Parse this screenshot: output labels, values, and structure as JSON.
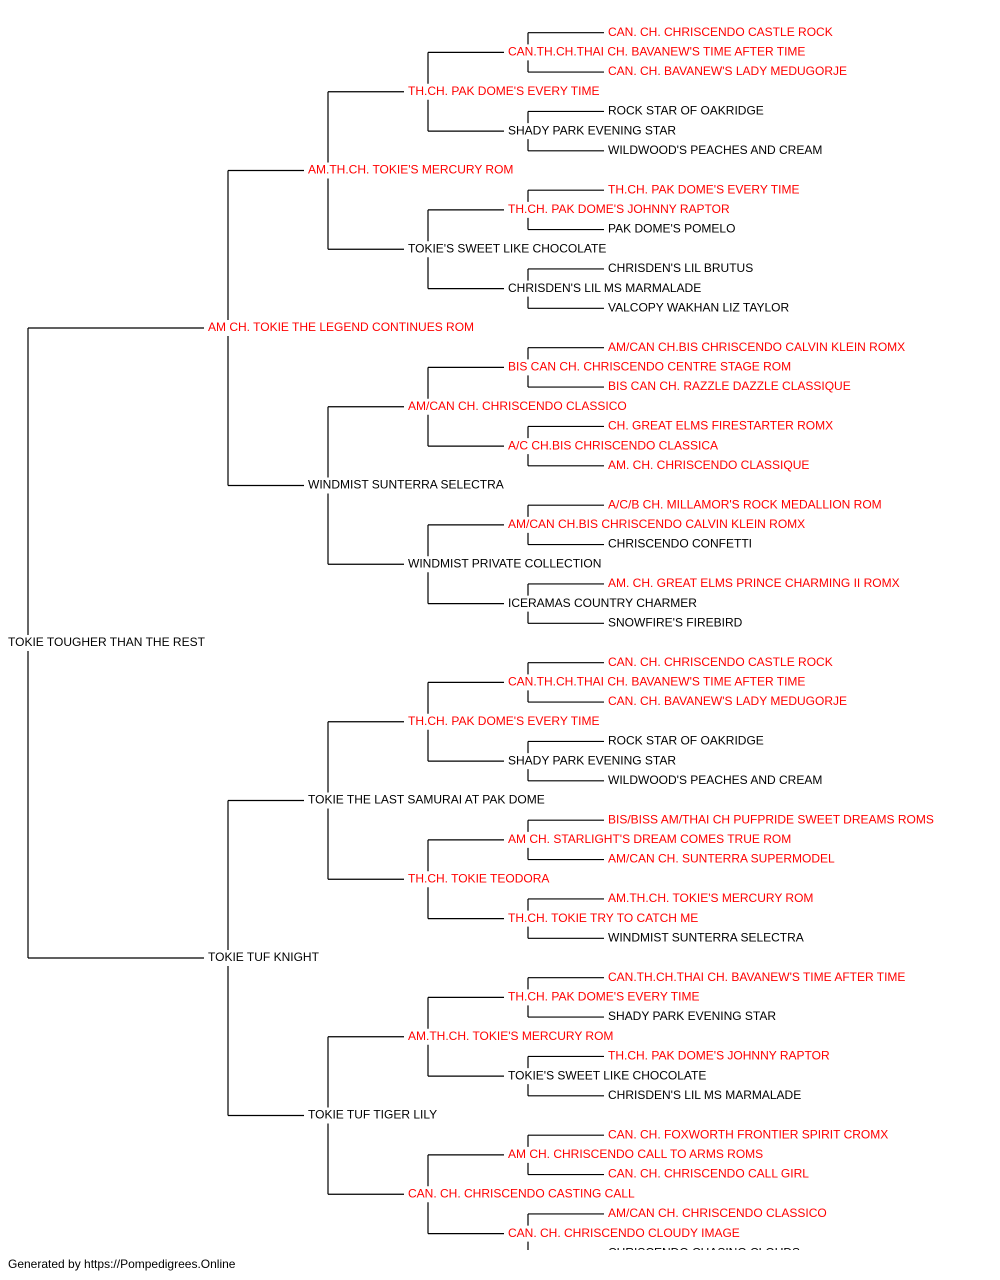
{
  "colors": {
    "titled": "#ff0000",
    "untitled": "#000000",
    "line": "#000000"
  },
  "footer": "Generated by https://Pompedigrees.Online",
  "pedigree": {
    "name": "TOKIE TOUGHER THAN THE REST",
    "titled": false,
    "sire": {
      "name": "AM CH. TOKIE THE LEGEND CONTINUES ROM",
      "titled": true,
      "sire": {
        "name": "AM.TH.CH. TOKIE'S MERCURY ROM",
        "titled": true,
        "sire": {
          "name": "TH.CH. PAK DOME'S EVERY TIME",
          "titled": true,
          "sire": {
            "name": "CAN.TH.CH.THAI CH. BAVANEW'S TIME AFTER TIME",
            "titled": true,
            "sire": {
              "name": "CAN. CH. CHRISCENDO CASTLE ROCK",
              "titled": true
            },
            "dam": {
              "name": "CAN. CH. BAVANEW'S LADY MEDUGORJE",
              "titled": true
            }
          },
          "dam": {
            "name": "SHADY PARK EVENING STAR",
            "titled": false,
            "sire": {
              "name": "ROCK STAR OF OAKRIDGE",
              "titled": false
            },
            "dam": {
              "name": "WILDWOOD'S PEACHES AND CREAM",
              "titled": false
            }
          }
        },
        "dam": {
          "name": "TOKIE'S SWEET LIKE CHOCOLATE",
          "titled": false,
          "sire": {
            "name": "TH.CH. PAK DOME'S JOHNNY RAPTOR",
            "titled": true,
            "sire": {
              "name": "TH.CH. PAK DOME'S EVERY TIME",
              "titled": true
            },
            "dam": {
              "name": "PAK DOME'S POMELO",
              "titled": false
            }
          },
          "dam": {
            "name": "CHRISDEN'S LIL MS MARMALADE",
            "titled": false,
            "sire": {
              "name": "CHRISDEN'S LIL BRUTUS",
              "titled": false
            },
            "dam": {
              "name": "VALCOPY WAKHAN LIZ TAYLOR",
              "titled": false
            }
          }
        }
      },
      "dam": {
        "name": "WINDMIST SUNTERRA SELECTRA",
        "titled": false,
        "sire": {
          "name": "AM/CAN CH. CHRISCENDO CLASSICO",
          "titled": true,
          "sire": {
            "name": "BIS CAN CH. CHRISCENDO CENTRE STAGE ROM",
            "titled": true,
            "sire": {
              "name": "AM/CAN CH.BIS CHRISCENDO CALVIN KLEIN ROMX",
              "titled": true
            },
            "dam": {
              "name": "BIS CAN CH. RAZZLE DAZZLE CLASSIQUE",
              "titled": true
            }
          },
          "dam": {
            "name": "A/C CH.BIS CHRISCENDO CLASSICA",
            "titled": true,
            "sire": {
              "name": "CH. GREAT ELMS FIRESTARTER ROMX",
              "titled": true
            },
            "dam": {
              "name": "AM. CH. CHRISCENDO CLASSIQUE",
              "titled": true
            }
          }
        },
        "dam": {
          "name": "WINDMIST PRIVATE COLLECTION",
          "titled": false,
          "sire": {
            "name": "AM/CAN CH.BIS CHRISCENDO CALVIN KLEIN ROMX",
            "titled": true,
            "sire": {
              "name": "A/C/B CH. MILLAMOR'S ROCK MEDALLION ROM",
              "titled": true
            },
            "dam": {
              "name": "CHRISCENDO CONFETTI",
              "titled": false
            }
          },
          "dam": {
            "name": "ICERAMAS COUNTRY CHARMER",
            "titled": false,
            "sire": {
              "name": "AM. CH. GREAT ELMS PRINCE CHARMING II ROMX",
              "titled": true
            },
            "dam": {
              "name": "SNOWFIRE'S FIREBIRD",
              "titled": false
            }
          }
        }
      }
    },
    "dam": {
      "name": "TOKIE TUF KNIGHT",
      "titled": false,
      "sire": {
        "name": "TOKIE THE LAST SAMURAI AT PAK DOME",
        "titled": false,
        "sire": {
          "name": "TH.CH. PAK DOME'S EVERY TIME",
          "titled": true,
          "sire": {
            "name": "CAN.TH.CH.THAI CH. BAVANEW'S TIME AFTER TIME",
            "titled": true,
            "sire": {
              "name": "CAN. CH. CHRISCENDO CASTLE ROCK",
              "titled": true
            },
            "dam": {
              "name": "CAN. CH. BAVANEW'S LADY MEDUGORJE",
              "titled": true
            }
          },
          "dam": {
            "name": "SHADY PARK EVENING STAR",
            "titled": false,
            "sire": {
              "name": "ROCK STAR OF OAKRIDGE",
              "titled": false
            },
            "dam": {
              "name": "WILDWOOD'S PEACHES AND CREAM",
              "titled": false
            }
          }
        },
        "dam": {
          "name": "TH.CH. TOKIE TEODORA",
          "titled": true,
          "sire": {
            "name": "AM CH. STARLIGHT'S DREAM COMES TRUE ROM",
            "titled": true,
            "sire": {
              "name": "BIS/BISS AM/THAI CH PUFPRIDE SWEET DREAMS ROMS",
              "titled": true
            },
            "dam": {
              "name": "AM/CAN CH. SUNTERRA SUPERMODEL",
              "titled": true
            }
          },
          "dam": {
            "name": "TH.CH. TOKIE TRY TO CATCH ME",
            "titled": true,
            "sire": {
              "name": "AM.TH.CH. TOKIE'S MERCURY ROM",
              "titled": true
            },
            "dam": {
              "name": "WINDMIST SUNTERRA SELECTRA",
              "titled": false
            }
          }
        }
      },
      "dam": {
        "name": "TOKIE TUF TIGER LILY",
        "titled": false,
        "sire": {
          "name": "AM.TH.CH. TOKIE'S MERCURY ROM",
          "titled": true,
          "sire": {
            "name": "TH.CH. PAK DOME'S EVERY TIME",
            "titled": true,
            "sire": {
              "name": "CAN.TH.CH.THAI CH. BAVANEW'S TIME AFTER TIME",
              "titled": true
            },
            "dam": {
              "name": "SHADY PARK EVENING STAR",
              "titled": false
            }
          },
          "dam": {
            "name": "TOKIE'S SWEET LIKE CHOCOLATE",
            "titled": false,
            "sire": {
              "name": "TH.CH. PAK DOME'S JOHNNY RAPTOR",
              "titled": true
            },
            "dam": {
              "name": "CHRISDEN'S LIL MS MARMALADE",
              "titled": false
            }
          }
        },
        "dam": {
          "name": "CAN. CH. CHRISCENDO CASTING CALL",
          "titled": true,
          "sire": {
            "name": "AM CH. CHRISCENDO CALL TO ARMS ROMS",
            "titled": true,
            "sire": {
              "name": "CAN. CH. FOXWORTH FRONTIER SPIRIT CROMX",
              "titled": true
            },
            "dam": {
              "name": "CAN. CH. CHRISCENDO CALL GIRL",
              "titled": true
            }
          },
          "dam": {
            "name": "CAN. CH. CHRISCENDO CLOUDY IMAGE",
            "titled": true,
            "sire": {
              "name": "AM/CAN CH. CHRISCENDO CLASSICO",
              "titled": true
            },
            "dam": {
              "name": "CHRISCENDO CHASING CLOUDS",
              "titled": false
            }
          }
        }
      }
    }
  }
}
